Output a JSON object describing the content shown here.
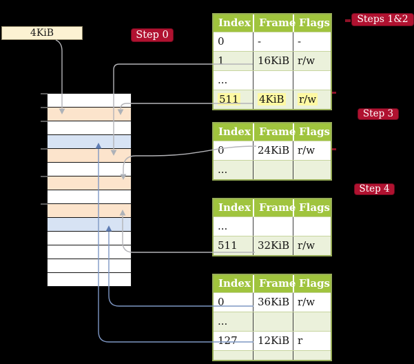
{
  "page_size_box": {
    "label": "4KiB"
  },
  "step_badges": [
    {
      "id": "step-0",
      "label": "Step 0"
    },
    {
      "id": "steps-1-2",
      "label": "Steps 1&2"
    },
    {
      "id": "step-3",
      "label": "Step 3"
    },
    {
      "id": "step-4",
      "label": "Step 4"
    }
  ],
  "memory_column": {
    "rows": [
      {
        "fill": "white"
      },
      {
        "fill": "orange"
      },
      {
        "fill": "white"
      },
      {
        "fill": "blue"
      },
      {
        "fill": "orange"
      },
      {
        "fill": "white"
      },
      {
        "fill": "orange"
      },
      {
        "fill": "white"
      },
      {
        "fill": "orange"
      },
      {
        "fill": "blue"
      },
      {
        "fill": "white"
      },
      {
        "fill": "white"
      },
      {
        "fill": "white"
      },
      {
        "fill": "white"
      }
    ],
    "tick_count": 6
  },
  "page_tables": [
    {
      "name": "table-steps-1-2",
      "headers": [
        "Index",
        "Frame",
        "Flags"
      ],
      "rows": [
        {
          "cells": [
            "0",
            "-",
            "-"
          ]
        },
        {
          "cells": [
            "1",
            "16KiB",
            "r/w"
          ]
        },
        {
          "cells": [
            "...",
            "",
            ""
          ]
        },
        {
          "cells": [
            "511",
            "4KiB",
            "r/w"
          ],
          "highlighted": true
        }
      ]
    },
    {
      "name": "table-step-3",
      "headers": [
        "Index",
        "Frame",
        "Flags"
      ],
      "rows": [
        {
          "cells": [
            "0",
            "24KiB",
            "r/w"
          ]
        },
        {
          "cells": [
            "...",
            "",
            ""
          ]
        }
      ]
    },
    {
      "name": "table-step-4",
      "headers": [
        "Index",
        "Frame",
        "Flags"
      ],
      "rows": [
        {
          "cells": [
            "...",
            "",
            ""
          ]
        },
        {
          "cells": [
            "511",
            "32KiB",
            "r/w"
          ]
        }
      ]
    },
    {
      "name": "table-final",
      "headers": [
        "Index",
        "Frame",
        "Flags"
      ],
      "rows": [
        {
          "cells": [
            "0",
            "36KiB",
            "r/w"
          ]
        },
        {
          "cells": [
            "...",
            "",
            ""
          ]
        },
        {
          "cells": [
            "127",
            "12KiB",
            "r"
          ]
        },
        {
          "cells": [
            "...",
            "",
            ""
          ]
        }
      ]
    }
  ],
  "arrows": [
    {
      "color": "gray",
      "from": "4KiB label box",
      "to": "memory frame 4KiB"
    },
    {
      "color": "gray",
      "from": "table1 entry index 1",
      "to": "memory frame 16KiB"
    },
    {
      "color": "gray",
      "from": "table1 entry index 511",
      "to": "memory frame 4KiB"
    },
    {
      "color": "gray",
      "from": "table2 entry index 0",
      "to": "memory frame 24KiB"
    },
    {
      "color": "gray",
      "from": "table3 entry index 511",
      "to": "memory frame 32KiB"
    },
    {
      "color": "blue",
      "from": "table4 entry index 0",
      "to": "memory frame 36KiB"
    },
    {
      "color": "blue",
      "from": "table4 entry index 127",
      "to": "memory frame 12KiB"
    }
  ],
  "colors": {
    "badge_red": "#B01230",
    "table_header_green": "#A0C43E",
    "table_border_olive": "#98AD58",
    "row_shaded_green": "#EBF1DB",
    "highlight_yellow": "#FEF9A3",
    "memory_orange": "#FCE4CC",
    "memory_blue": "#D7E3F4",
    "pagesize_cream": "#FCF2D2",
    "connector_gray": "#B4B4B8",
    "connector_blue": "#7E97C4"
  }
}
